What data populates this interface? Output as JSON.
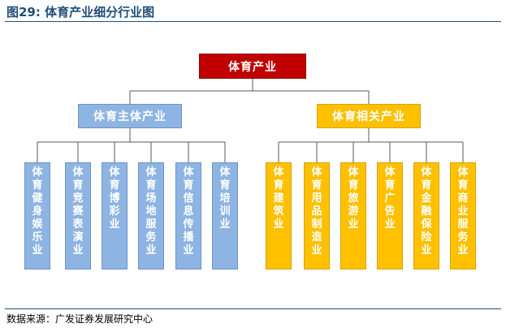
{
  "figure": {
    "title": "图29:  体育产业细分行业图",
    "source": "数据来源：广发证券发展研究中心"
  },
  "tree": {
    "root": "体育产业",
    "left": {
      "label": "体育主体产业",
      "children": [
        "体育健身娱乐业",
        "体育竞赛表演业",
        "体育博彩业",
        "体育场地服务业",
        "体育信息传播业",
        "体育培训业"
      ]
    },
    "right": {
      "label": "体育相关产业",
      "children": [
        "体育建筑业",
        "体育用品制造业",
        "体育旅游业",
        "体育广告业",
        "体育金融保险业",
        "体育商业服务业"
      ]
    }
  },
  "colors": {
    "root": "#c00000",
    "left_branch": "#8eb4e3",
    "right_branch": "#ffc000",
    "connector": "#595959",
    "rule": "#1f4e79"
  }
}
